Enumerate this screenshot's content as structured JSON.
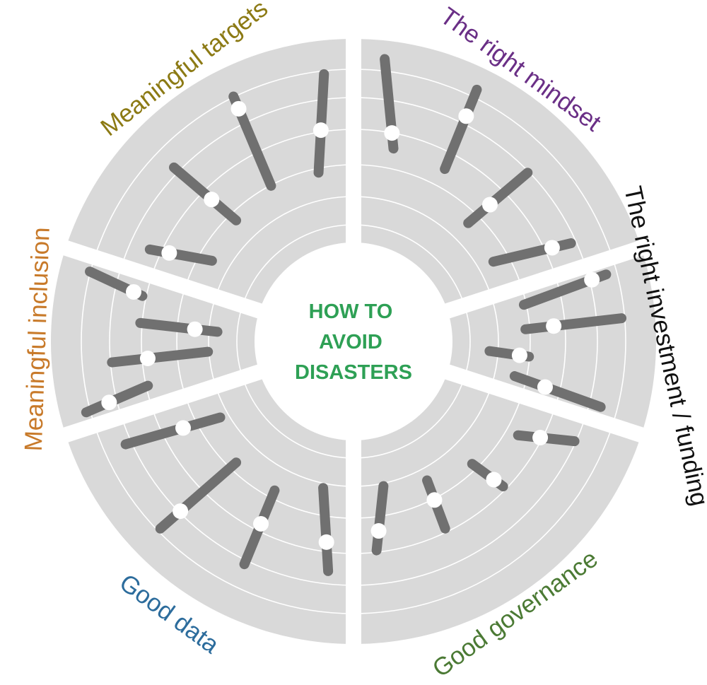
{
  "center": {
    "lines": [
      "HOW TO",
      "AVOID",
      "DISASTERS"
    ],
    "color": "#2ea055"
  },
  "style": {
    "segment_fill": "#d9d9d9",
    "ring_color": "#ffffff",
    "bar_color": "#707070",
    "knob_color": "#ffffff"
  },
  "segments": [
    {
      "label": "Meaningful targets",
      "color": "#8c7a14",
      "bars": [
        {
          "low": 0.3,
          "high": 0.62,
          "marker": 0.52
        },
        {
          "low": 0.33,
          "high": 0.76,
          "marker": 0.5
        },
        {
          "low": 0.37,
          "high": 0.88,
          "marker": 0.81
        },
        {
          "low": 0.35,
          "high": 0.86,
          "marker": 0.57
        }
      ]
    },
    {
      "label": "The right mindset",
      "color": "#6a2f86",
      "bars": [
        {
          "low": 0.48,
          "high": 0.94,
          "marker": 0.56
        },
        {
          "low": 0.47,
          "high": 0.92,
          "marker": 0.77
        },
        {
          "low": 0.31,
          "high": 0.72,
          "marker": 0.46
        },
        {
          "low": 0.29,
          "high": 0.7,
          "marker": 0.6
        }
      ]
    },
    {
      "label": "The right investment / funding",
      "color": "#111111",
      "bars": [
        {
          "low": 0.36,
          "high": 0.82,
          "marker": 0.74
        },
        {
          "low": 0.35,
          "high": 0.86,
          "marker": 0.5
        },
        {
          "low": 0.16,
          "high": 0.37,
          "marker": 0.32
        },
        {
          "low": 0.31,
          "high": 0.79,
          "marker": 0.48
        }
      ]
    },
    {
      "label": "Good governance",
      "color": "#4b7a34",
      "bars": [
        {
          "low": 0.44,
          "high": 0.72,
          "marker": 0.55
        },
        {
          "low": 0.34,
          "high": 0.54,
          "marker": 0.48
        },
        {
          "low": 0.27,
          "high": 0.54,
          "marker": 0.38
        },
        {
          "low": 0.22,
          "high": 0.55,
          "marker": 0.45
        }
      ]
    },
    {
      "label": "Good data",
      "color": "#2c6c9c",
      "bars": [
        {
          "low": 0.23,
          "high": 0.66,
          "marker": 0.51
        },
        {
          "low": 0.33,
          "high": 0.75,
          "marker": 0.52
        },
        {
          "low": 0.33,
          "high": 0.86,
          "marker": 0.72
        },
        {
          "low": 0.25,
          "high": 0.76,
          "marker": 0.45
        }
      ]
    },
    {
      "label": "Meaningful inclusion",
      "color": "#c87a2a",
      "bars": [
        {
          "low": 0.55,
          "high": 0.9,
          "marker": 0.77
        },
        {
          "low": 0.21,
          "high": 0.72,
          "marker": 0.53
        },
        {
          "low": 0.16,
          "high": 0.57,
          "marker": 0.28
        },
        {
          "low": 0.58,
          "high": 0.88,
          "marker": 0.63
        }
      ]
    }
  ]
}
